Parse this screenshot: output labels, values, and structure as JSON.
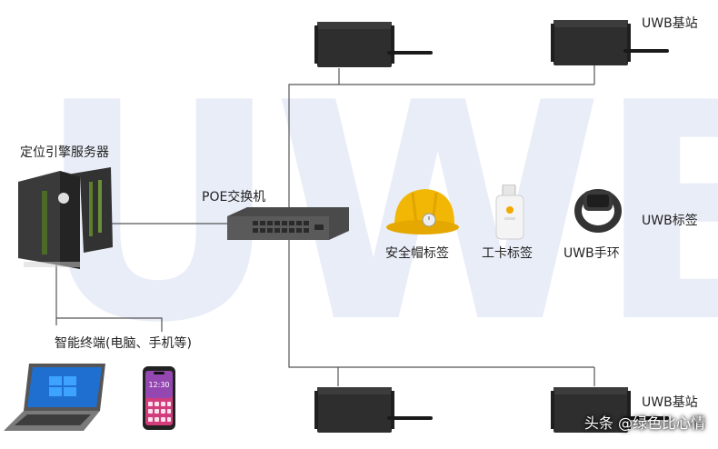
{
  "watermark": "UWB",
  "labels": {
    "server": "定位引擎服务器",
    "switch": "POE交换机",
    "terminals": "智能终端(电脑、手机等)",
    "helmet_tag": "安全帽标签",
    "card_tag": "工卡标签",
    "wrist_tag": "UWB手环",
    "uwb_tags": "UWB标签",
    "base_station_top": "UWB基站",
    "base_station_bottom": "UWB基站"
  },
  "credit": "头条 @绿色比心情",
  "colors": {
    "line": "#555555",
    "device": "#2b2b2b",
    "watermark": "#e9edf7",
    "helmet": "#f2b705"
  },
  "phone_screen": "12:30"
}
